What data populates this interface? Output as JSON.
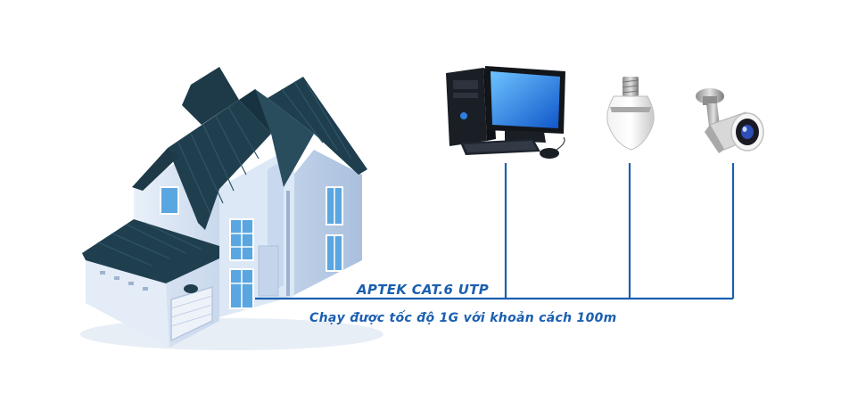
{
  "diagram": {
    "cable_label": "APTEK CAT.6 UTP",
    "speed_label": "Chạy được tốc độ 1G với khoản cách 100m"
  },
  "devices": [
    {
      "name": "desktop-computer",
      "icon": "computer-icon"
    },
    {
      "name": "smart-bulb",
      "icon": "light-bulb-icon"
    },
    {
      "name": "security-camera",
      "icon": "security-camera-icon"
    }
  ],
  "colors": {
    "line": "#1b5fb0",
    "roof": "#1f3f4f",
    "wall": "#d7e4f4",
    "window": "#5aa6e0"
  }
}
